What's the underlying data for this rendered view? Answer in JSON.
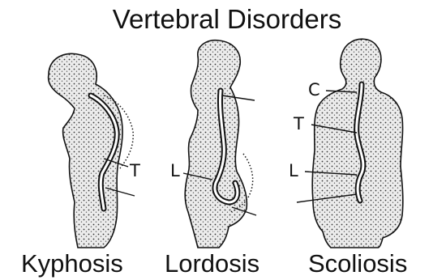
{
  "title": "Vertebral Disorders",
  "figures": [
    {
      "caption": "Kyphosis",
      "labels": [
        "T"
      ]
    },
    {
      "caption": "Lordosis",
      "labels": [
        "L"
      ]
    },
    {
      "caption": "Scoliosis",
      "labels": [
        "C",
        "T",
        "L"
      ]
    }
  ],
  "colors": {
    "ink": "#111111",
    "stipple": "#d9d9d9",
    "background": "#ffffff"
  }
}
